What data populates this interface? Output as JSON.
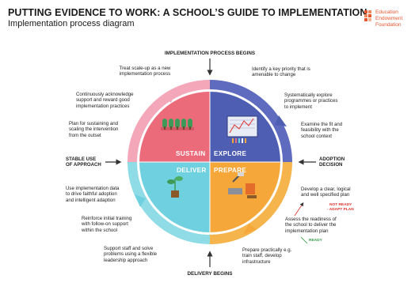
{
  "header": {
    "title": "PUTTING EVIDENCE TO WORK: A SCHOOL’S GUIDE TO IMPLEMENTATION",
    "subtitle": "Implementation process diagram"
  },
  "logo": {
    "lines": [
      "Education",
      "Endowment",
      "Foundation"
    ],
    "color": "#e4572e"
  },
  "diagram": {
    "top_label": "IMPLEMENTATION PROCESS BEGINS",
    "bottom_label": "DELIVERY BEGINS",
    "left_label": [
      "STABLE USE",
      "OF APPROACH"
    ],
    "right_label": [
      "ADOPTION",
      "DECISION"
    ],
    "quadrants": {
      "sustain": {
        "label": "SUSTAIN",
        "color": "#ec6b7b",
        "ring_color": "#f4a7b9"
      },
      "explore": {
        "label": "EXPLORE",
        "color": "#4e5fb3",
        "ring_color": "#5e6bbf"
      },
      "deliver": {
        "label": "DELIVER",
        "color": "#6fd0e0",
        "ring_color": "#8fdce6"
      },
      "prepare": {
        "label": "PREPARE",
        "color": "#f5a839",
        "ring_color": "#f6b44c"
      }
    },
    "right_notes": [
      [
        "Identify a key priority that is",
        "amenable to change"
      ],
      [
        "Systematically explore",
        "programmes or practices",
        "to implement"
      ],
      [
        "Examine the fit and",
        "feasibility with the",
        "school context"
      ],
      [
        "Develop a clear, logical",
        "and well specified plan"
      ],
      [
        "Assess the readiness of",
        "the school to deliver the",
        "implementation plan"
      ],
      [
        "Prepare practically e.g.",
        "train staff, develop",
        "infrastructure"
      ]
    ],
    "left_notes": [
      [
        "Treat scale-up as a new",
        "implementation process"
      ],
      [
        "Continuously acknowledge",
        "support and reward good",
        "implementation practices"
      ],
      [
        "Plan for sustaining and",
        "scaling the intervention",
        "from the outset"
      ],
      [
        "Use implementation data",
        "to drive faithful adoption",
        "and intelligent adaption"
      ],
      [
        "Reinforce initial training",
        "with follow-on support",
        "within the school"
      ],
      [
        "Support staff and solve",
        "problems using a flexible",
        "leadership approach"
      ]
    ],
    "not_ready": [
      "NOT READY",
      "- ADAPT PLAN"
    ],
    "ready": "READY"
  }
}
